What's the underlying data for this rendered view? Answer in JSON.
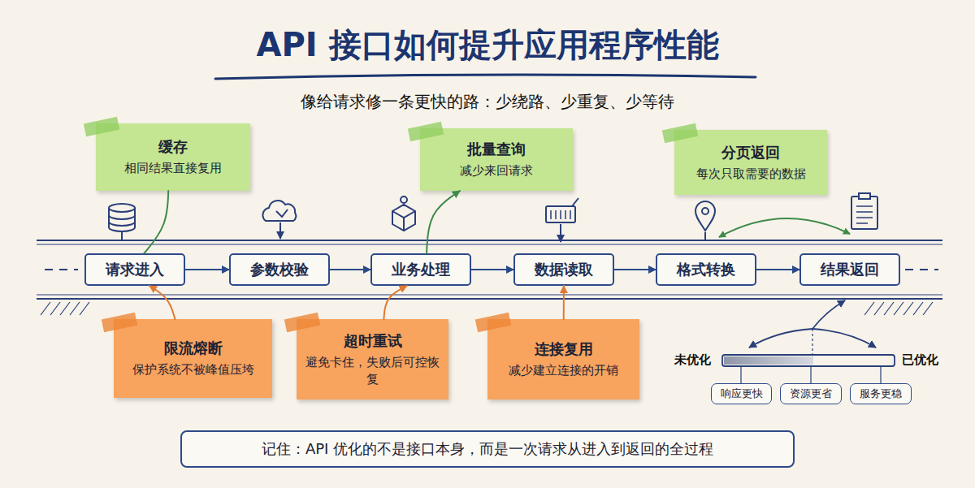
{
  "diagram": {
    "title": "API 接口如何提升应用程序性能",
    "nodes": [
      {
        "text": [
          "缓存",
          "相同结果直接复用"
        ]
      },
      {
        "text": [
          "批量查询",
          "减少来回请求"
        ]
      },
      {
        "text": [
          "分页返回",
          "每次只取需要的数据"
        ]
      },
      {
        "text": [
          "请求进入"
        ]
      },
      {
        "text": [
          "参数校验"
        ]
      },
      {
        "text": [
          "业务处理"
        ]
      },
      {
        "text": [
          "数据读取"
        ]
      },
      {
        "text": [
          "格式转换"
        ]
      },
      {
        "text": [
          "结果返回"
        ]
      },
      {
        "text": [
          "限流熔断",
          "保护系统不被峰值压垮"
        ]
      },
      {
        "text": [
          "超时重试",
          "避免卡住，失败后可控恢复"
        ]
      },
      {
        "text": [
          "连接复用",
          "减少建立连接的开销"
        ]
      },
      {
        "text": [
          "响应更快"
        ]
      },
      {
        "text": [
          "资源更省"
        ]
      },
      {
        "text": [
          "服务更稳"
        ]
      },
      {
        "text": [
          "记住：API 优化的不是接口本身，而是一次请求从进入到返回的全过程"
        ]
      }
    ],
    "edges": [
      {
        "from": 3,
        "to": 4,
        "arrow": "to"
      },
      {
        "from": 4,
        "to": 5,
        "arrow": "to"
      },
      {
        "from": 5,
        "to": 6,
        "arrow": "to"
      },
      {
        "from": 6,
        "to": 7,
        "arrow": "to"
      },
      {
        "from": 7,
        "to": 8,
        "arrow": "to"
      },
      {
        "from": 3,
        "to": 0,
        "arrow": "none"
      },
      {
        "from": 5,
        "to": 1,
        "arrow": "to"
      },
      {
        "from": 9,
        "to": 3,
        "arrow": "to"
      },
      {
        "from": 10,
        "to": 5,
        "arrow": "to"
      },
      {
        "from": 11,
        "to": 6,
        "arrow": "to"
      }
    ],
    "labels": [
      "像给请求修一条更快的路：少绕路、少重复、少等待",
      "未优化",
      "已优化"
    ]
  }
}
